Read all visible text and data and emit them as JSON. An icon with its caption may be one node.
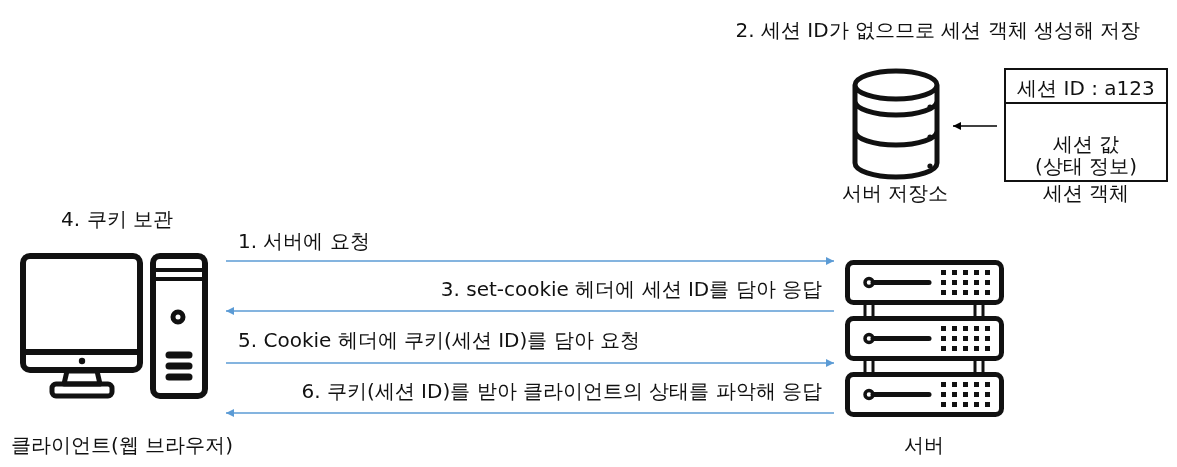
{
  "diagram": {
    "nodes": [
      {
        "text": [],
        "shape": "cylinder",
        "beside": [
          "서버 저장소"
        ]
      },
      {
        "text": [
          "세션 ID : a123",
          "세션 값 (상태 정보)"
        ],
        "beside": [
          "세션 객체"
        ]
      },
      {
        "text": [],
        "shape": "picture",
        "beside": [
          "4. 쿠키 보관",
          "클라이언트(웹 브라우저)"
        ]
      },
      {
        "text": [],
        "shape": "picture",
        "beside": [
          "서버"
        ]
      }
    ],
    "edges": [
      {
        "from": 2,
        "to": 3,
        "arrow": "to",
        "label": "1. 서버에 요청"
      },
      {
        "from": 3,
        "to": 2,
        "arrow": "to",
        "label": "3. set-cookie 헤더에 세션 ID를 담아 응답"
      },
      {
        "from": 2,
        "to": 3,
        "arrow": "to",
        "label": "5. Cookie 헤더에 쿠키(세션 ID)를 담아 요청"
      },
      {
        "from": 3,
        "to": 2,
        "arrow": "to",
        "label": "6. 쿠키(세션 ID)를 받아 클라이언트의 상태를 파악해 응답"
      },
      {
        "from": 1,
        "to": 0,
        "arrow": "to",
        "color": "#000000"
      }
    ],
    "labels": [
      "2. 세션 ID가 없으므로 세션 객체 생성해 저장"
    ]
  }
}
